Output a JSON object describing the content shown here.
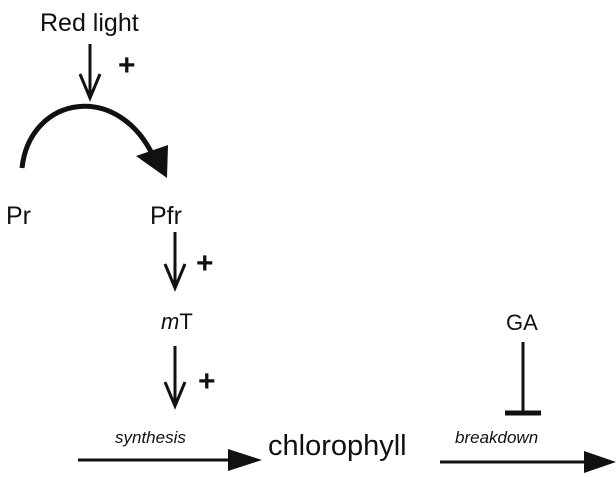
{
  "labels": {
    "red_light": "Red light",
    "pr": "Pr",
    "pfr": "Pfr",
    "mt_m": "m",
    "mt_t": "T",
    "ga": "GA",
    "synthesis": "synthesis",
    "chlorophyll": "chlorophyll",
    "breakdown": "breakdown",
    "plus": "+"
  },
  "colors": {
    "ink": "#111111",
    "background": "#ffffff"
  }
}
